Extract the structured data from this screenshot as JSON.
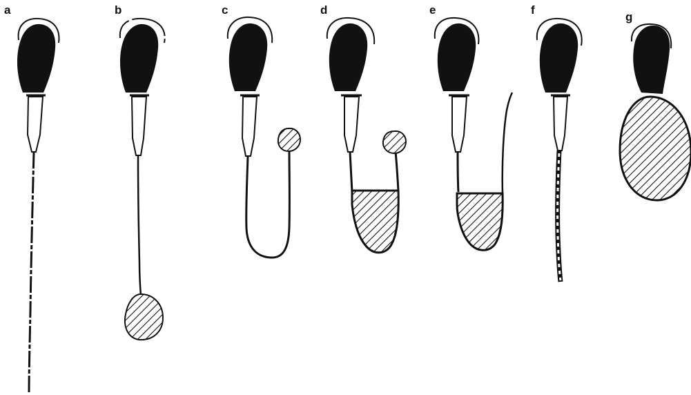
{
  "figure": {
    "panels": [
      {
        "label": "a",
        "form": "straight-tail"
      },
      {
        "label": "b",
        "form": "tail-with-terminal-droplet"
      },
      {
        "label": "c",
        "form": "bent-tail-with-droplet"
      },
      {
        "label": "d",
        "form": "bent-tail-filled-loop-with-droplet"
      },
      {
        "label": "e",
        "form": "bent-tail-filled-loop"
      },
      {
        "label": "f",
        "form": "coiled-tail"
      },
      {
        "label": "g",
        "form": "large-cytoplasmic-droplet"
      }
    ],
    "colors": {
      "ink": "#111111",
      "background": "#ffffff"
    }
  }
}
